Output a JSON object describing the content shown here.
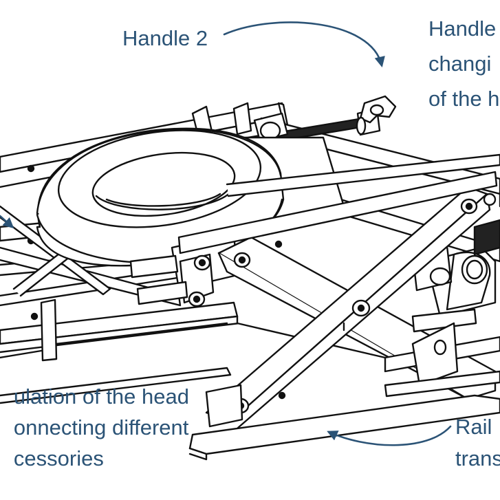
{
  "labels": {
    "handle_2": "Handle 2",
    "handle_1": [
      "Handle",
      "changi",
      "of the h"
    ],
    "head_regulation": [
      "ulation of the head",
      "onnecting different",
      "cessories"
    ],
    "rail": [
      "Rail",
      "trans"
    ]
  },
  "colors": {
    "label_text": "#2b5376",
    "arrow": "#2b5376",
    "drawing_stroke": "#111111",
    "drawing_fill": "#ffffff"
  }
}
